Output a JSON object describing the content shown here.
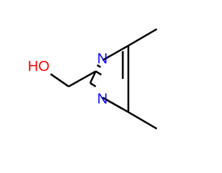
{
  "molecule": {
    "atoms": {
      "hydroxyl": {
        "label": "HO",
        "color": "#ff0000"
      },
      "n_top": {
        "label": "N",
        "color": "#0000ff"
      },
      "n_bottom": {
        "label": "N",
        "color": "#0000ff"
      }
    },
    "bond_color": "#000000",
    "background": "#ffffff"
  }
}
